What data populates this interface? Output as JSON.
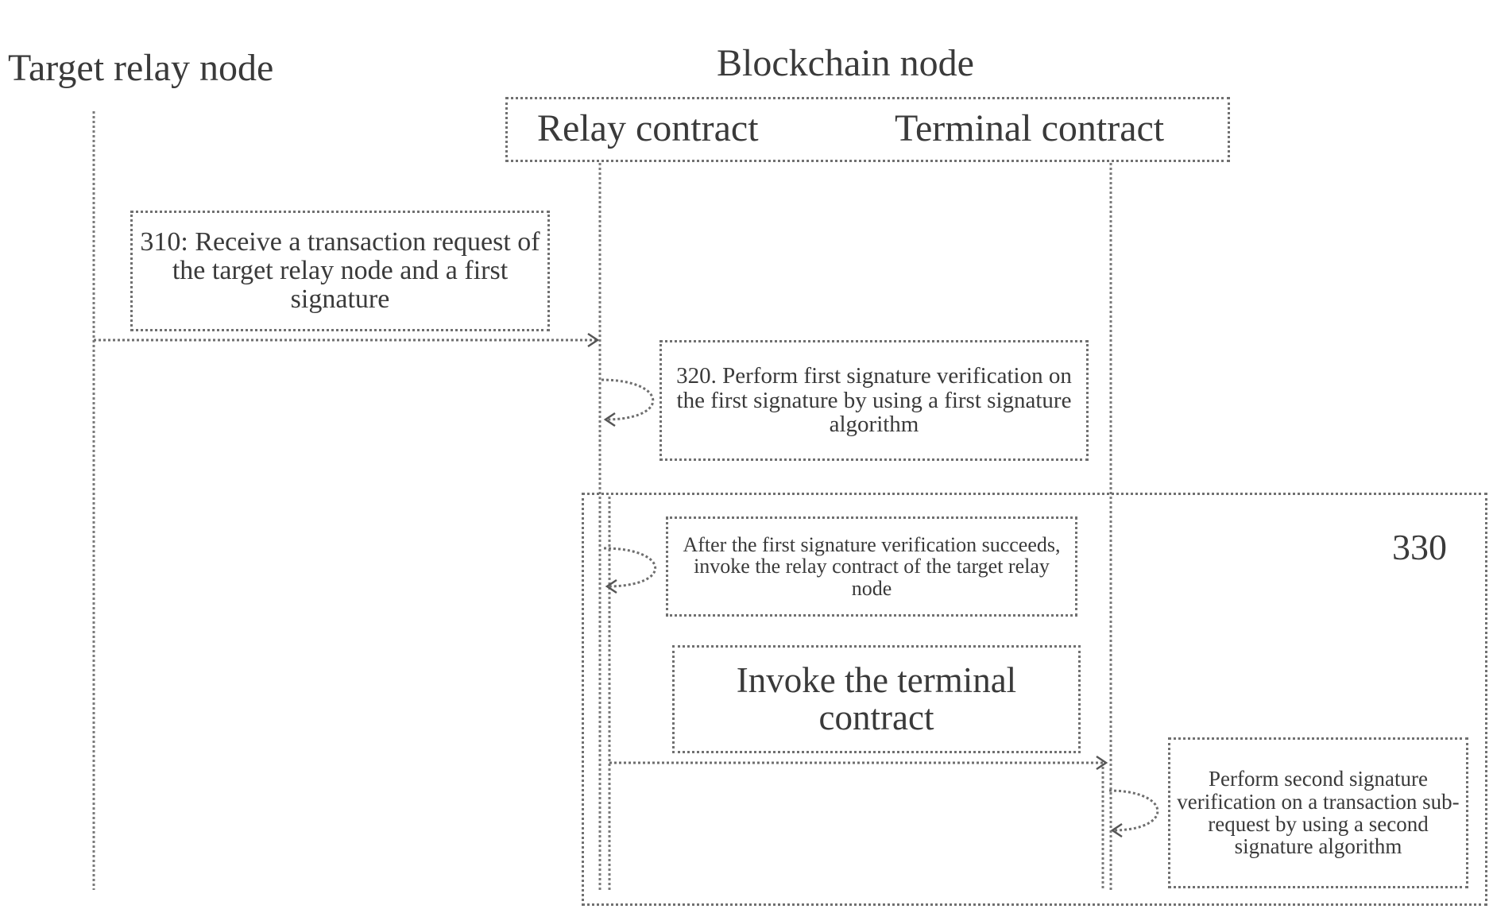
{
  "participants": {
    "target_relay_node": "Target relay node",
    "blockchain_node": "Blockchain node",
    "relay_contract": "Relay contract",
    "terminal_contract": "Terminal contract"
  },
  "steps": {
    "step_310": "310: Receive a transaction request of the target relay node and a first signature",
    "step_320": "320. Perform first signature verification on the first signature by using a first signature algorithm",
    "step_invoke_relay": "After the first signature verification succeeds, invoke the relay contract of the target relay node",
    "step_invoke_terminal": "Invoke the terminal contract",
    "step_second_verification": "Perform second signature verification on a transaction sub-request by using a second signature algorithm"
  },
  "frame_label": "330"
}
